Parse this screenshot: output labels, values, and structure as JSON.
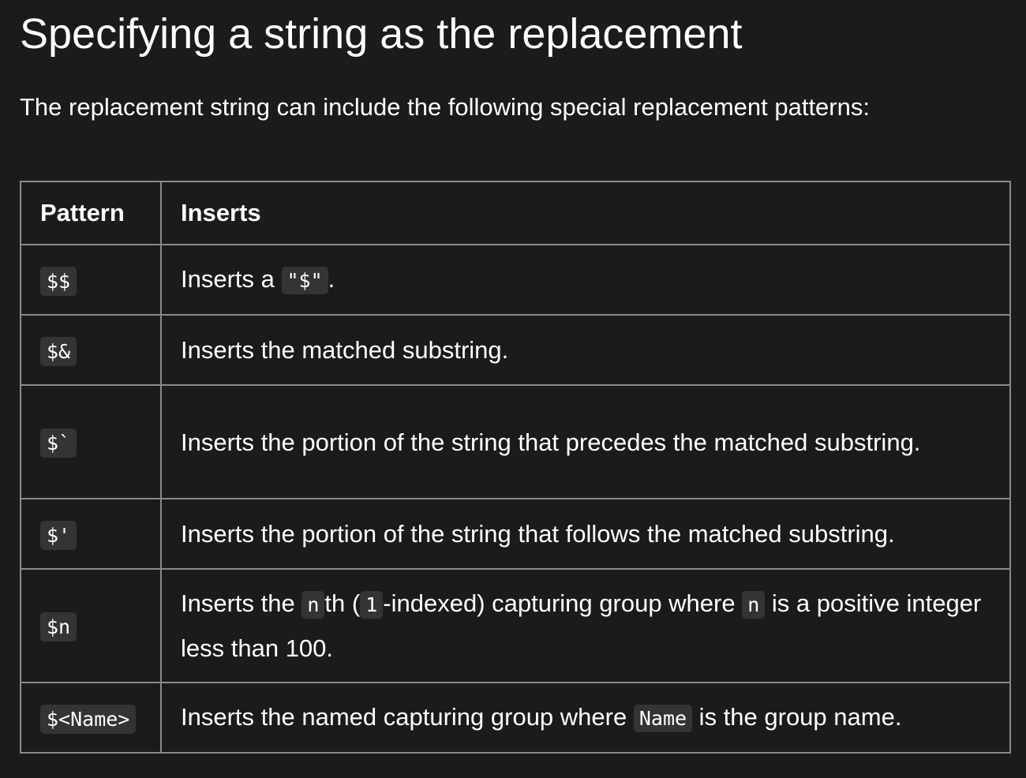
{
  "heading": "Specifying a string as the replacement",
  "intro": "The replacement string can include the following special replacement patterns:",
  "table": {
    "headers": [
      "Pattern",
      "Inserts"
    ],
    "rows": [
      {
        "pattern": "$$",
        "desc_before": "Inserts a ",
        "desc_code": "\"$\"",
        "desc_after": "."
      },
      {
        "pattern": "$&",
        "desc": "Inserts the matched substring."
      },
      {
        "pattern": "$`",
        "desc": "Inserts the portion of the string that precedes the matched substring."
      },
      {
        "pattern": "$'",
        "desc": "Inserts the portion of the string that follows the matched substring."
      },
      {
        "pattern": "$n",
        "desc_1": "Inserts the ",
        "code_1": "n",
        "desc_2": "th (",
        "code_2": "1",
        "desc_3": "-indexed) capturing group where ",
        "code_3": "n",
        "desc_4": " is a positive integer less than 100."
      },
      {
        "pattern": "$<Name>",
        "desc_before": "Inserts the named capturing group where ",
        "desc_code": "Name",
        "desc_after": " is the group name."
      }
    ]
  },
  "colors": {
    "background": "#1b1b1b",
    "text": "#ffffff",
    "border": "#8a8a8a",
    "code_bg": "#343434"
  }
}
